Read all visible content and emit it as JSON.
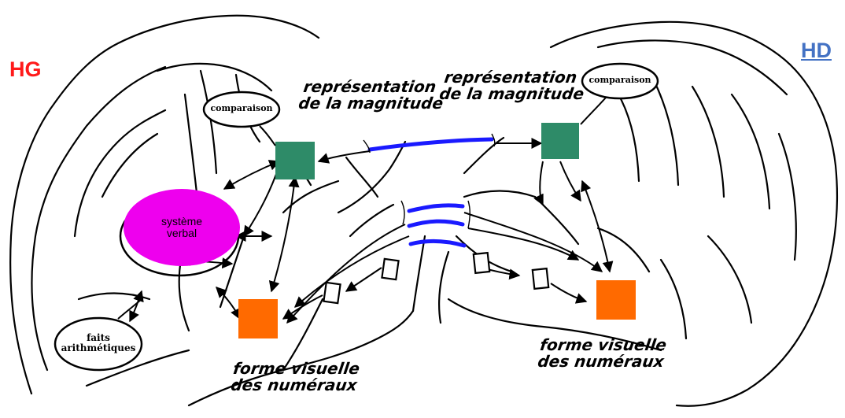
{
  "hemispheres": {
    "left": {
      "label": "HG",
      "color": "#ff1a1a"
    },
    "right": {
      "label": "HD",
      "color": "#4472c4"
    }
  },
  "left": {
    "magnitude": {
      "line1": "représentation",
      "line2": "de la magnitude",
      "color": "#2e8b68"
    },
    "comparison": "comparaison",
    "verbal": {
      "line1": "système",
      "line2": "verbal",
      "color": "#ee00ee"
    },
    "facts": {
      "line1": "faits",
      "line2": "arithmétiques"
    },
    "visual": {
      "line1": "forme visuelle",
      "line2": "des numéraux",
      "color": "#ff6a00"
    }
  },
  "right": {
    "magnitude": {
      "line1": "représentation",
      "line2": "de la magnitude",
      "color": "#2e8b68"
    },
    "comparison": "comparaison",
    "visual": {
      "line1": "forme visuelle",
      "line2": "des numéraux",
      "color": "#ff6a00"
    }
  },
  "callosal_color": "#1a1aff"
}
